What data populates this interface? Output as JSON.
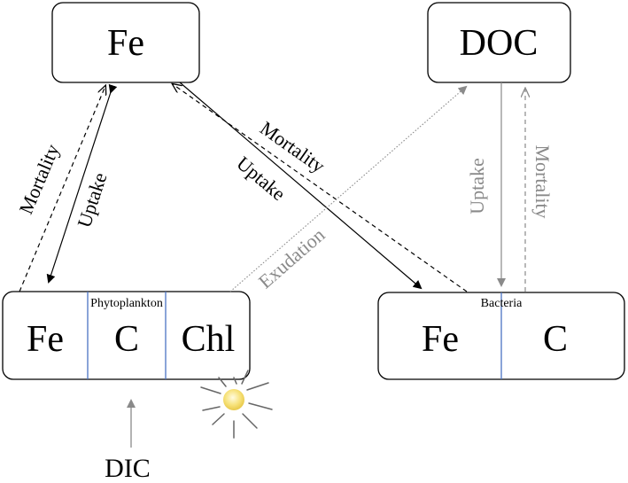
{
  "nodes": {
    "fe_pool": {
      "label": "Fe"
    },
    "doc_pool": {
      "label": "DOC"
    },
    "phytoplankton": {
      "title": "Phytoplankton",
      "compartments": [
        "Fe",
        "C",
        "Chl"
      ]
    },
    "bacteria": {
      "title": "Bacteria",
      "compartments": [
        "Fe",
        "C"
      ]
    },
    "dic": {
      "label": "DIC"
    }
  },
  "arrows": {
    "phyto_mortality": "Mortality",
    "phyto_uptake": "Uptake",
    "bact_mortality_fe": "Mortality",
    "bact_uptake_fe": "Uptake",
    "exudation": "Exudation",
    "bact_uptake_doc": "Uptake",
    "bact_mortality_doc": "Mortality"
  },
  "colors": {
    "line": "#000000",
    "gray": "#8a8a8a",
    "divider": "#4a72c4",
    "sun": "#f4e06a"
  },
  "icons": {
    "sun": "sun-icon"
  }
}
